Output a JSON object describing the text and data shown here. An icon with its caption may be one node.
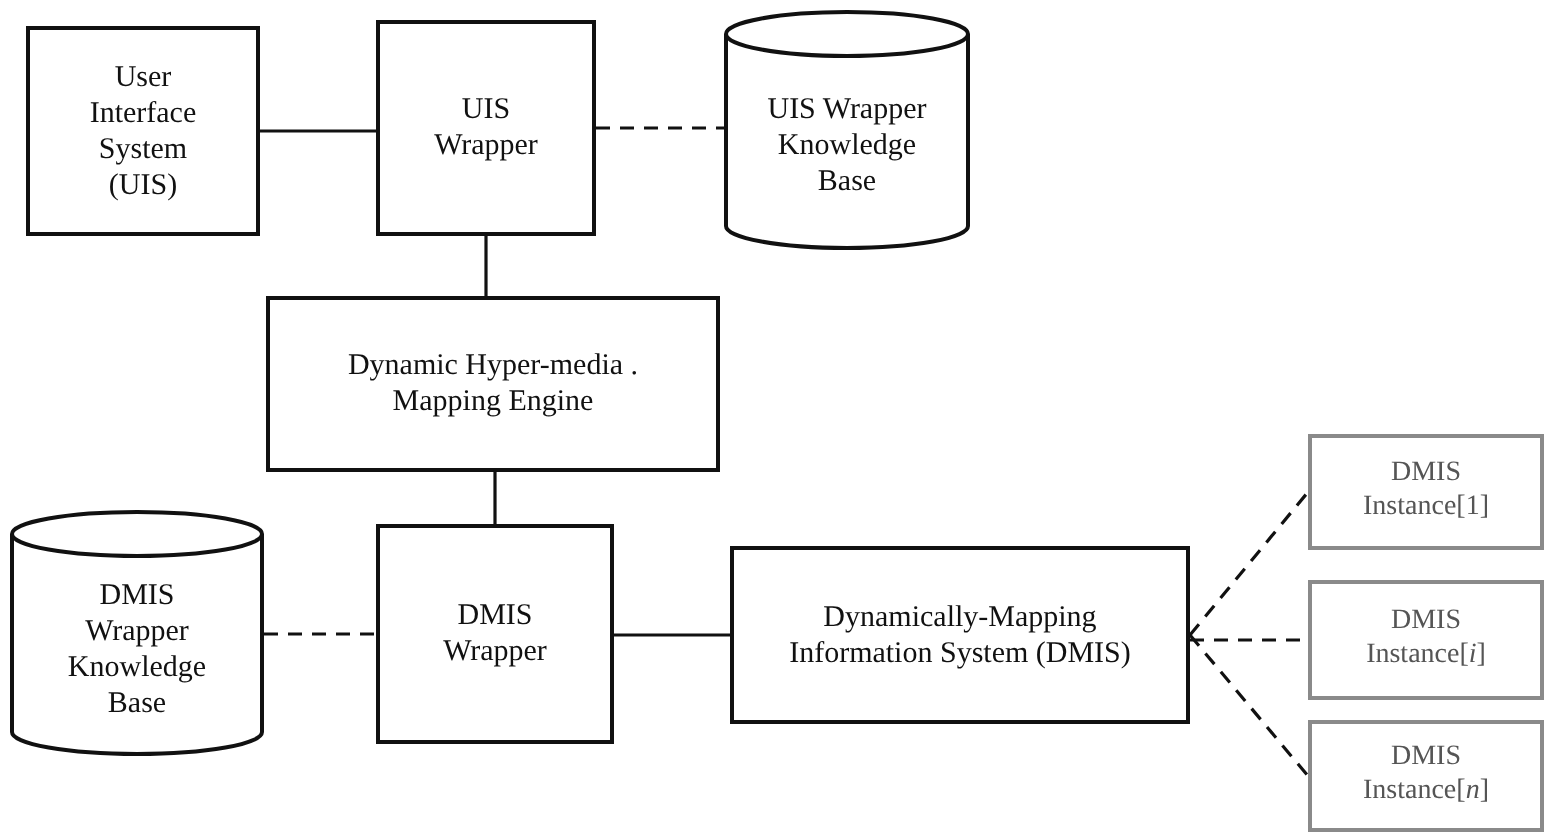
{
  "diagram": {
    "nodes": [
      {
        "text": [
          "User Interface System (UIS)"
        ]
      },
      {
        "text": [
          "UIS Wrapper"
        ]
      },
      {
        "text": [
          "UIS Wrapper Knowledge Base"
        ]
      },
      {
        "text": [
          "Dynamic Hyper-media . Mapping Engine"
        ]
      },
      {
        "text": [
          "DMIS Wrapper Knowledge Base"
        ]
      },
      {
        "text": [
          "DMIS Wrapper"
        ]
      },
      {
        "text": [
          "Dynamically-Mapping Information System (DMIS)"
        ]
      },
      {
        "text": [
          "DMIS",
          "Instance[1]"
        ]
      },
      {
        "text": [
          "DMIS",
          "Instance[*i*]"
        ]
      },
      {
        "text": [
          "DMIS",
          "Instance[*n*]"
        ]
      }
    ],
    "edges": [
      {
        "from": 0,
        "to": 1,
        "arrow": "none"
      },
      {
        "from": 1,
        "to": 2,
        "arrow": "none",
        "style": "dashed"
      },
      {
        "from": 1,
        "to": 3,
        "arrow": "none"
      },
      {
        "from": 3,
        "to": 5,
        "arrow": "none"
      },
      {
        "from": 4,
        "to": 5,
        "arrow": "none",
        "style": "dashed"
      },
      {
        "from": 5,
        "to": 6,
        "arrow": "none"
      },
      {
        "from": 6,
        "to": 7,
        "arrow": "none",
        "style": "dashed"
      },
      {
        "from": 6,
        "to": 8,
        "arrow": "none",
        "style": "dashed"
      },
      {
        "from": 6,
        "to": 9,
        "arrow": "none",
        "style": "dashed"
      }
    ]
  }
}
